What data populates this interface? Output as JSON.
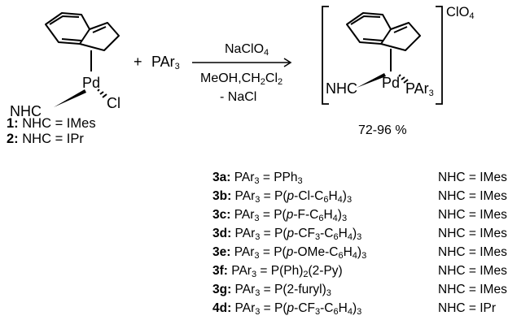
{
  "reactant": {
    "metal": "Pd",
    "ligand_cl": "Cl",
    "ligand_nhc": "NHC",
    "plus": "+",
    "phosphine": "PAr3",
    "labels": [
      {
        "num": "1:",
        "text": "NHC = IMes"
      },
      {
        "num": "2:",
        "text": "NHC = IPr"
      }
    ]
  },
  "conditions": {
    "above": "NaClO4",
    "below_1": "MeOH,CH2Cl2",
    "below_2": "- NaCl"
  },
  "product": {
    "metal": "Pd",
    "ligand_nhc": "NHC",
    "ligand_p": "PAr3",
    "counterion": "ClO4",
    "yield": "72-96 %"
  },
  "entries": [
    {
      "id": "3a",
      "par3": "PAr3 = PPh3",
      "nhc": "NHC = IMes"
    },
    {
      "id": "3b",
      "par3": "PAr3 = P(p-Cl-C6H4)3",
      "nhc": "NHC = IMes"
    },
    {
      "id": "3c",
      "par3": "PAr3 = P(p-F-C6H4)3",
      "nhc": "NHC = IMes"
    },
    {
      "id": "3d",
      "par3": "PAr3 = P(p-CF3-C6H4)3",
      "nhc": "NHC = IMes"
    },
    {
      "id": "3e",
      "par3": "PAr3 = P(p-OMe-C6H4)3",
      "nhc": "NHC = IMes"
    },
    {
      "id": "3f",
      "par3": "PAr3 = P(Ph)2(2-Py)",
      "nhc": "NHC = IMes"
    },
    {
      "id": "3g",
      "par3": "PAr3 = P(2-furyl)3",
      "nhc": "NHC = IMes"
    },
    {
      "id": "4d",
      "par3": "PAr3 = P(p-CF3-C6H4)3",
      "nhc": "NHC = IPr"
    }
  ]
}
